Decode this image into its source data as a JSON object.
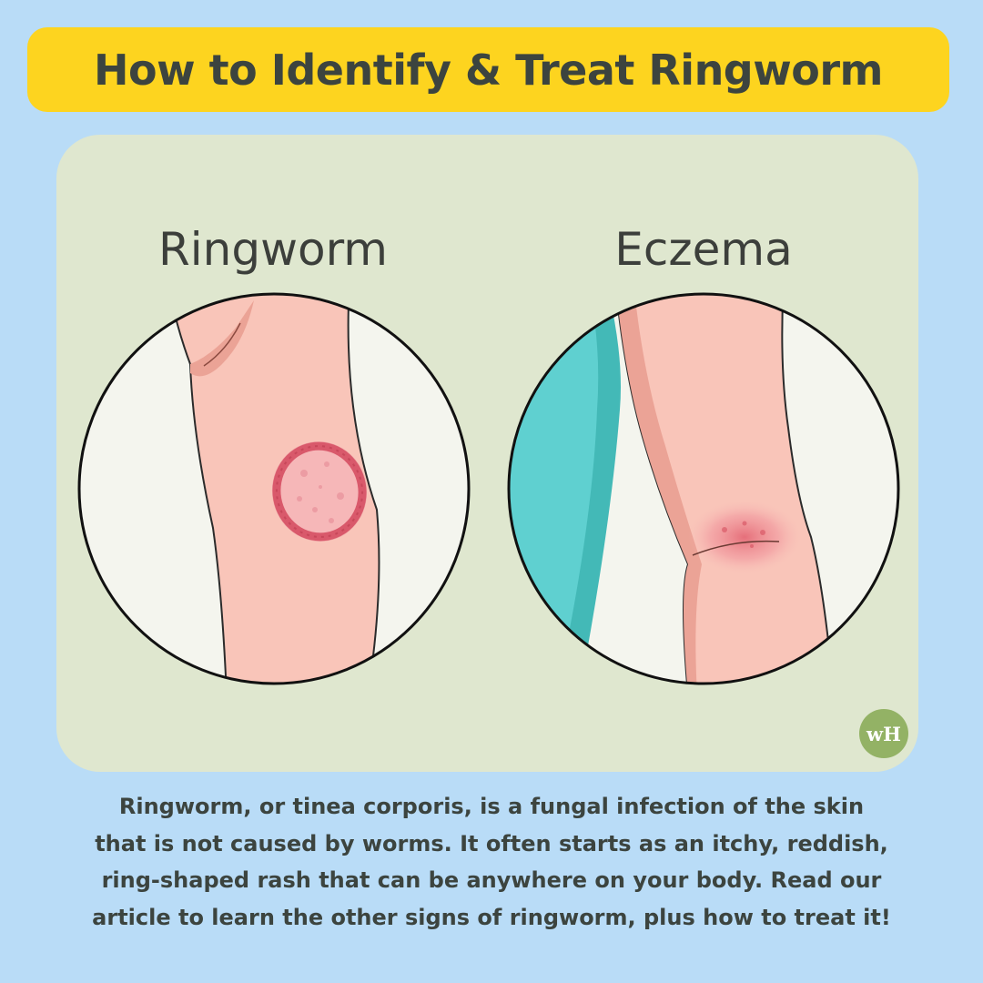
{
  "header": {
    "title": "How to Identify & Treat Ringworm"
  },
  "illustrations": [
    {
      "label": "Ringworm",
      "icon": "arm-ringworm-rash-illustration"
    },
    {
      "label": "Eczema",
      "icon": "elbow-eczema-rash-illustration"
    }
  ],
  "logo": {
    "text": "wH",
    "icon": "wikihow-logo"
  },
  "description": {
    "line1": "Ringworm, or tinea corporis, is a fungal infection of the skin",
    "line2": "that is not caused by worms. It often starts as an itchy, reddish,",
    "line3": "ring-shaped rash that can be anywhere on your body. Read our",
    "line4": "article to learn the other signs of ringworm, plus how to treat it!"
  },
  "colors": {
    "background": "#b9dcf7",
    "title_banner": "#fdd41f",
    "panel": "#dfe7cf",
    "text": "#3c443f",
    "skin": "#f9c5b9",
    "rash": "#d9596b",
    "sleeve": "#5fd0d0",
    "logo": "#93b265"
  }
}
